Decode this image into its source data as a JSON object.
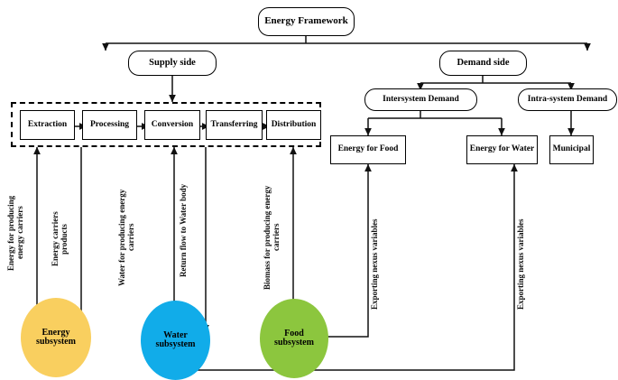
{
  "diagram": {
    "title_node": {
      "label": "Energy Framework"
    },
    "level1": [
      {
        "key": "supply",
        "label": "Supply side"
      },
      {
        "key": "demand",
        "label": "Demand side"
      }
    ],
    "level2": [
      {
        "key": "intersystem",
        "label": "Intersystem Demand"
      },
      {
        "key": "intrasystem",
        "label": "Intra-system Demand"
      }
    ],
    "supply_chain": {
      "steps": [
        {
          "key": "extraction",
          "label": "Extraction"
        },
        {
          "key": "processing",
          "label": "Processing"
        },
        {
          "key": "conversion",
          "label": "Conversion"
        },
        {
          "key": "transferring",
          "label": "Transferring"
        },
        {
          "key": "distribution",
          "label": "Distribution"
        }
      ]
    },
    "demand_nodes": [
      {
        "key": "energy-for-food",
        "label": "Energy for Food"
      },
      {
        "key": "energy-for-water",
        "label": "Energy for Water"
      },
      {
        "key": "municipal",
        "label": "Municipal"
      }
    ],
    "subsystems": [
      {
        "key": "energy-subsystem",
        "label": "Energy\nsubsystem",
        "color": "#F9CF5F"
      },
      {
        "key": "water-subsystem",
        "label": "Water\nsubsystem",
        "color": "#11ACE9"
      },
      {
        "key": "food-subsystem",
        "label": "Food\nsubsystem",
        "color": "#8CC63E"
      }
    ],
    "flow_labels": [
      {
        "key": "energy-for-producing-energy-carriers",
        "label": "Energy for producing\nenergy carriers"
      },
      {
        "key": "energy-carriers-products",
        "label": "Energy carriers\nproducts"
      },
      {
        "key": "water-for-producing-energy-carriers",
        "label": "Water for producing energy\ncarriers"
      },
      {
        "key": "return-flow-to-water-body",
        "label": "Return flow to Water body"
      },
      {
        "key": "biomass-for-producing-energy-carriers",
        "label": "Biomass for producing energy\ncarriers"
      },
      {
        "key": "exporting-nexus-variables-food",
        "label": "Exporting nexus variables"
      },
      {
        "key": "exporting-nexus-variables-water",
        "label": "Exporting nexus variables"
      }
    ]
  }
}
